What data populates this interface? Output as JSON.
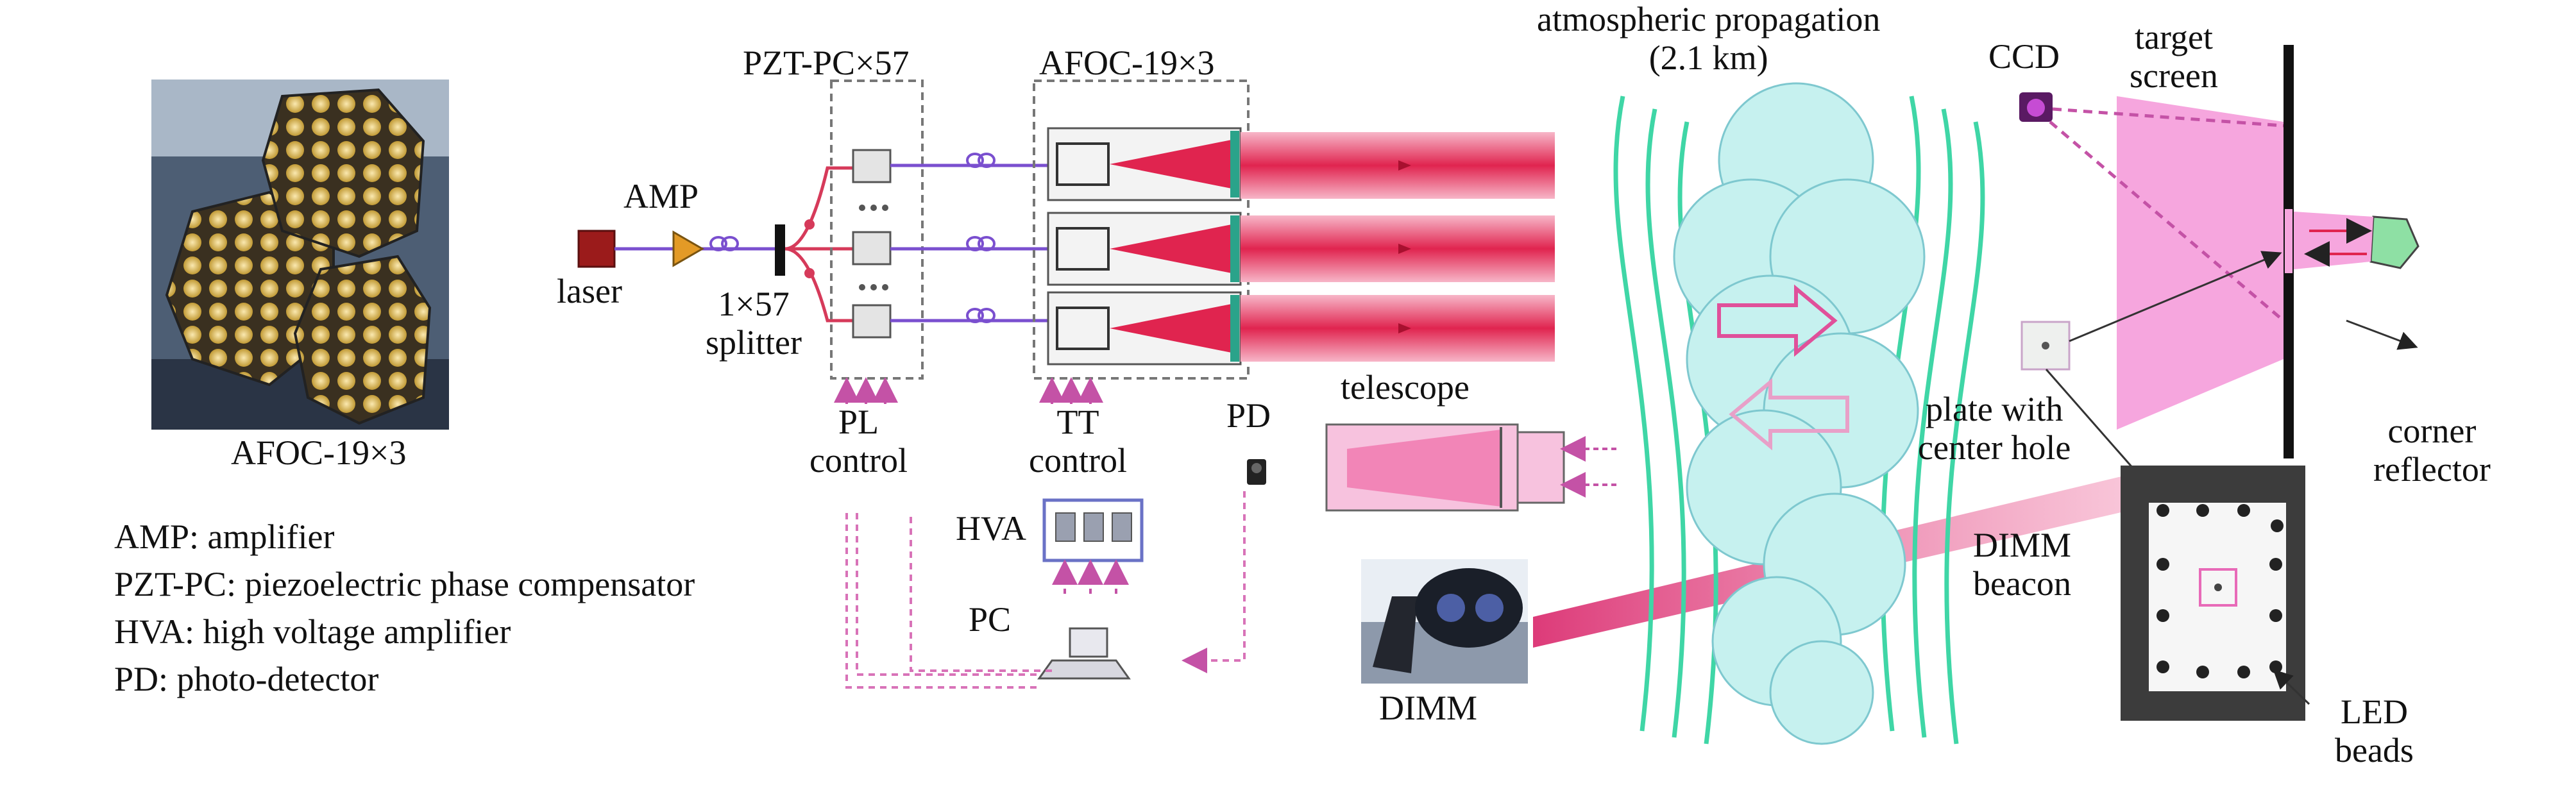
{
  "labels": {
    "photo_caption": "AFOC-19×3",
    "laser": "laser",
    "amp": "AMP",
    "splitter_line1": "1×57",
    "splitter_line2": "splitter",
    "pzt_pc": "PZT-PC×57",
    "afoc": "AFOC-19×3",
    "pl_line1": "PL",
    "pl_line2": "control",
    "tt_line1": "TT",
    "tt_line2": "control",
    "pd": "PD",
    "hva": "HVA",
    "pc": "PC",
    "telescope": "telescope",
    "dimm": "DIMM",
    "atmos_line1": "atmospheric propagation",
    "atmos_line2": "(2.1 km)",
    "ccd": "CCD",
    "target_line1": "target",
    "target_line2": "screen",
    "plate_line1": "plate with",
    "plate_line2": "center hole",
    "corner_line1": "corner",
    "corner_line2": "reflector",
    "beacon_line1": "DIMM",
    "beacon_line2": "beacon",
    "led_line1": "LED",
    "led_line2": "beads"
  },
  "legend": [
    "AMP: amplifier",
    "PZT-PC: piezoelectric phase compensator",
    "HVA: high voltage amplifier",
    "PD: photo-detector"
  ],
  "colors": {
    "beam": "#e8305a",
    "beam_glow": "#f27a98",
    "fiber": "#7a4fcf",
    "signal": "#d873b8",
    "turbulence": "#3fd6a6",
    "cloud": "#bff0ee",
    "target": "#f4a6dc"
  }
}
